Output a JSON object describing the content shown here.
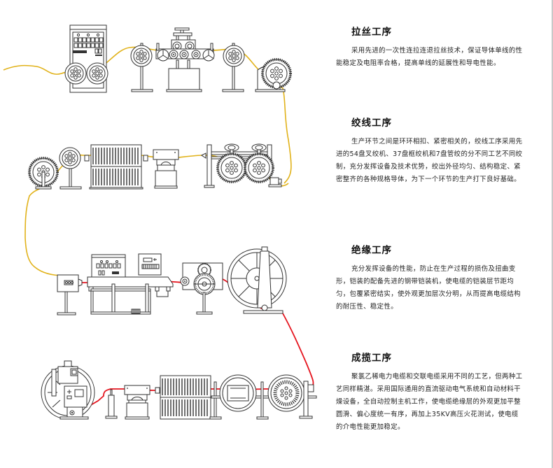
{
  "sections": [
    {
      "title": "拉丝工序",
      "body": "采用先进的一次性连拉连退拉丝技术，保证导体单线的性能稳定及电阻率合格，提高单线的延展性和导电性能。"
    },
    {
      "title": "绞线工序",
      "body": "生产环节之间是环环相扣、紧密相关的，绞线工序采用先进的54盘叉绞机、37盘框绞机和7盘管绞的分不同工艺不同绞制，充分发挥设备及技术优势，绞出外径均匀、结构稳定、紧密整齐的各种规格导体，为下一个环节的生产打下良好基础。"
    },
    {
      "title": "绝缘工序",
      "body": "充分发挥设备的性能，防止在生产过程的损伤及扭曲变形，铠装的配备先进的钢带铠装机，使电缆的铠装层节距均匀，包覆紧密结实，使外观更加层次分明，从而提高电缆结构的耐压性、稳定性。"
    },
    {
      "title": "成揽工序",
      "body": "聚氯乙稀电力电缆和交联电缆采用不同的工艺，但两种工艺同样精湛。采用国际通用的直流驱动电气系统和自动材料干燥设备，全自动控制主机工作，使电缆绝缘层的外观更加平整圆滑、偏心度统一有序，再加上35KV高压火花测试，使电缆的介电性能更加稳定。"
    }
  ],
  "wire_colors": {
    "conductor": "#e1b21a",
    "insulated": "#e5141e"
  },
  "machines": {
    "row1": [
      "control-cabinet",
      "pay-off-reel",
      "drawing-capstan",
      "guide-reel",
      "take-up-reel"
    ],
    "row2": [
      "pay-off-drum",
      "pay-off-stand",
      "stranding-cage",
      "compactor",
      "dual-take-up",
      "motor"
    ],
    "row3": [
      "pay-off-unit",
      "extruder",
      "control-panel",
      "capstan-wheel",
      "take-up-drum"
    ],
    "row4": [
      "cabling-drum",
      "tension-post",
      "compactor",
      "cabling-cage",
      "guide-frame",
      "pay-off-drum",
      "drive-unit"
    ]
  }
}
